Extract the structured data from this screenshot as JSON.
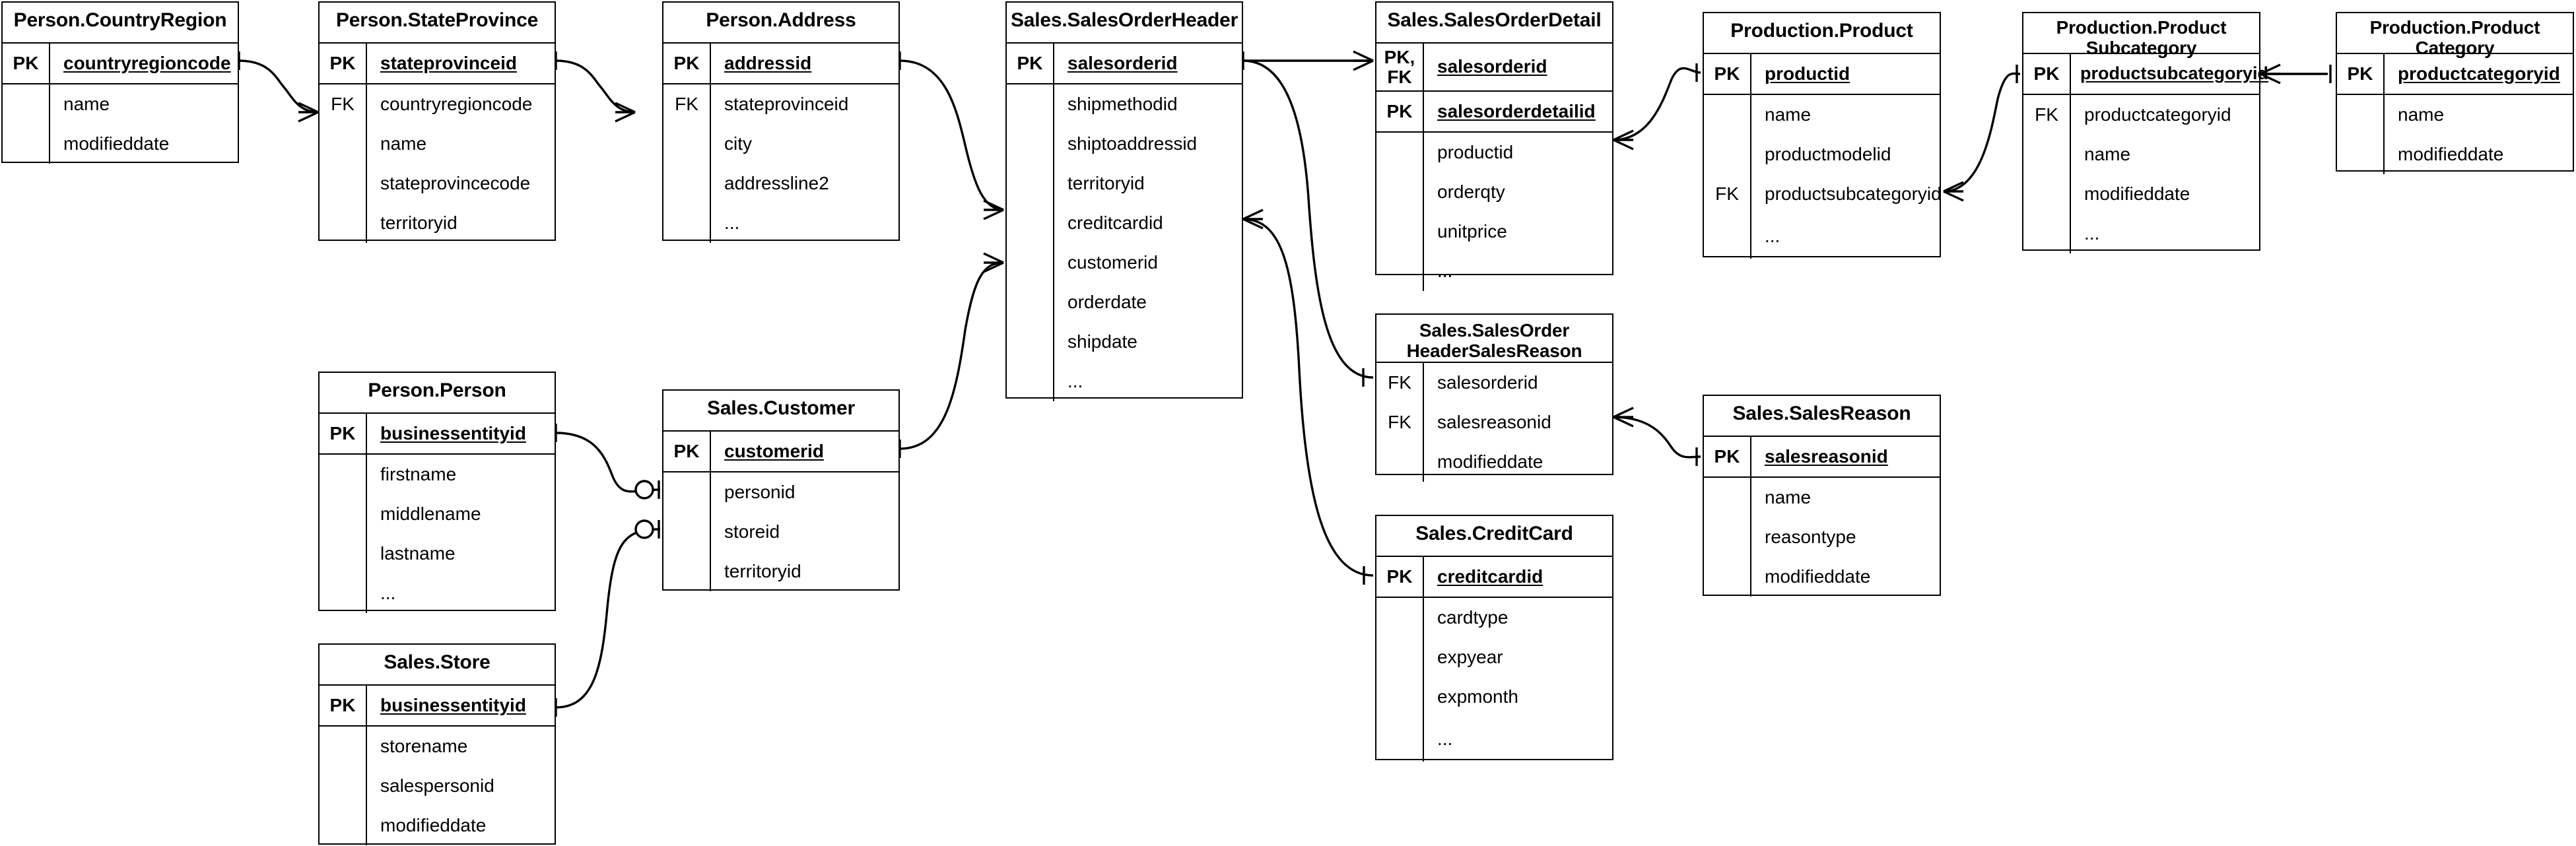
{
  "diagram": {
    "kind": "entity-relationship-diagram",
    "notation": "crow's foot",
    "background_color": "#ffffff",
    "line_color": "#000000",
    "text_color": "#000000"
  },
  "entities": [
    {
      "id": "person-countryregion",
      "title": "Person.CountryRegion",
      "sections": [
        {
          "rows": [
            {
              "key": "PK",
              "name": "countryregioncode",
              "is_key": true
            }
          ]
        },
        {
          "rows": [
            {
              "key": "",
              "name": "name",
              "is_key": false
            },
            {
              "key": "",
              "name": "modifieddate",
              "is_key": false
            }
          ]
        }
      ]
    },
    {
      "id": "person-stateprovince",
      "title": "Person.StateProvince",
      "sections": [
        {
          "rows": [
            {
              "key": "PK",
              "name": "stateprovinceid",
              "is_key": true
            }
          ]
        },
        {
          "rows": [
            {
              "key": "FK",
              "name": "countryregioncode",
              "is_key": false
            },
            {
              "key": "",
              "name": "name",
              "is_key": false
            },
            {
              "key": "",
              "name": "stateprovincecode",
              "is_key": false
            },
            {
              "key": "",
              "name": "territoryid",
              "is_key": false
            }
          ]
        }
      ]
    },
    {
      "id": "person-address",
      "title": "Person.Address",
      "sections": [
        {
          "rows": [
            {
              "key": "PK",
              "name": "addressid",
              "is_key": true
            }
          ]
        },
        {
          "rows": [
            {
              "key": "FK",
              "name": "stateprovinceid",
              "is_key": false
            },
            {
              "key": "",
              "name": "city",
              "is_key": false
            },
            {
              "key": "",
              "name": "addressline2",
              "is_key": false
            },
            {
              "key": "",
              "name": "...",
              "is_key": false
            }
          ]
        }
      ]
    },
    {
      "id": "sales-salesorderheader",
      "title": "Sales.SalesOrderHeader",
      "sections": [
        {
          "rows": [
            {
              "key": "PK",
              "name": "salesorderid",
              "is_key": true
            }
          ]
        },
        {
          "rows": [
            {
              "key": "",
              "name": "shipmethodid",
              "is_key": false
            },
            {
              "key": "",
              "name": "shiptoaddressid",
              "is_key": false
            },
            {
              "key": "",
              "name": "territoryid",
              "is_key": false
            },
            {
              "key": "",
              "name": "creditcardid",
              "is_key": false
            },
            {
              "key": "",
              "name": "customerid",
              "is_key": false
            },
            {
              "key": "",
              "name": "orderdate",
              "is_key": false
            },
            {
              "key": "",
              "name": "shipdate",
              "is_key": false
            },
            {
              "key": "",
              "name": "...",
              "is_key": false
            }
          ]
        }
      ]
    },
    {
      "id": "sales-salesorderdetail",
      "title": "Sales.SalesOrderDetail",
      "sections": [
        {
          "rows": [
            {
              "key": "PK,\nFK",
              "name": "salesorderid",
              "is_key": true
            }
          ]
        },
        {
          "rows": [
            {
              "key": "PK",
              "name": "salesorderdetailid",
              "is_key": true
            }
          ]
        },
        {
          "rows": [
            {
              "key": "",
              "name": "productid",
              "is_key": false
            },
            {
              "key": "",
              "name": "orderqty",
              "is_key": false
            },
            {
              "key": "",
              "name": "unitprice",
              "is_key": false
            },
            {
              "key": "",
              "name": "...",
              "is_key": false
            }
          ]
        }
      ]
    },
    {
      "id": "production-product",
      "title": "Production.Product",
      "sections": [
        {
          "rows": [
            {
              "key": "PK",
              "name": "productid",
              "is_key": true
            }
          ]
        },
        {
          "rows": [
            {
              "key": "",
              "name": "name",
              "is_key": false
            },
            {
              "key": "",
              "name": "productmodelid",
              "is_key": false
            },
            {
              "key": "FK",
              "name": "productsubcategoryid",
              "is_key": false
            },
            {
              "key": "",
              "name": "...",
              "is_key": false
            }
          ]
        }
      ]
    },
    {
      "id": "production-productsubcategory",
      "title": "Production.Product\nSubcategory",
      "sections": [
        {
          "rows": [
            {
              "key": "PK",
              "name": "productsubcategoryid",
              "is_key": true
            }
          ]
        },
        {
          "rows": [
            {
              "key": "FK",
              "name": "productcategoryid",
              "is_key": false
            },
            {
              "key": "",
              "name": "name",
              "is_key": false
            },
            {
              "key": "",
              "name": "modifieddate",
              "is_key": false
            },
            {
              "key": "",
              "name": "...",
              "is_key": false
            }
          ]
        }
      ]
    },
    {
      "id": "production-productcategory",
      "title": "Production.Product\nCategory",
      "sections": [
        {
          "rows": [
            {
              "key": "PK",
              "name": "productcategoryid",
              "is_key": true
            }
          ]
        },
        {
          "rows": [
            {
              "key": "",
              "name": "name",
              "is_key": false
            },
            {
              "key": "",
              "name": "modifieddate",
              "is_key": false
            }
          ]
        }
      ]
    },
    {
      "id": "sales-salesorderheadersalesreason",
      "title": "Sales.SalesOrder\nHeaderSalesReason",
      "sections": [
        {
          "rows": [
            {
              "key": "FK",
              "name": "salesorderid",
              "is_key": false
            },
            {
              "key": "FK",
              "name": "salesreasonid",
              "is_key": false
            },
            {
              "key": "",
              "name": "modifieddate",
              "is_key": false
            }
          ]
        }
      ]
    },
    {
      "id": "sales-salesreason",
      "title": "Sales.SalesReason",
      "sections": [
        {
          "rows": [
            {
              "key": "PK",
              "name": "salesreasonid",
              "is_key": true
            }
          ]
        },
        {
          "rows": [
            {
              "key": "",
              "name": "name",
              "is_key": false
            },
            {
              "key": "",
              "name": "reasontype",
              "is_key": false
            },
            {
              "key": "",
              "name": "modifieddate",
              "is_key": false
            }
          ]
        }
      ]
    },
    {
      "id": "sales-creditcard",
      "title": "Sales.CreditCard",
      "sections": [
        {
          "rows": [
            {
              "key": "PK",
              "name": "creditcardid",
              "is_key": true
            }
          ]
        },
        {
          "rows": [
            {
              "key": "",
              "name": "cardtype",
              "is_key": false
            },
            {
              "key": "",
              "name": "expyear",
              "is_key": false
            },
            {
              "key": "",
              "name": "expmonth",
              "is_key": false
            },
            {
              "key": "",
              "name": "...",
              "is_key": false
            }
          ]
        }
      ]
    },
    {
      "id": "person-person",
      "title": "Person.Person",
      "sections": [
        {
          "rows": [
            {
              "key": "PK",
              "name": "businessentityid",
              "is_key": true
            }
          ]
        },
        {
          "rows": [
            {
              "key": "",
              "name": "firstname",
              "is_key": false
            },
            {
              "key": "",
              "name": "middlename",
              "is_key": false
            },
            {
              "key": "",
              "name": "lastname",
              "is_key": false
            },
            {
              "key": "",
              "name": "...",
              "is_key": false
            }
          ]
        }
      ]
    },
    {
      "id": "sales-customer",
      "title": "Sales.Customer",
      "sections": [
        {
          "rows": [
            {
              "key": "PK",
              "name": "customerid",
              "is_key": true
            }
          ]
        },
        {
          "rows": [
            {
              "key": "",
              "name": "personid",
              "is_key": false
            },
            {
              "key": "",
              "name": "storeid",
              "is_key": false
            },
            {
              "key": "",
              "name": "territoryid",
              "is_key": false
            }
          ]
        }
      ]
    },
    {
      "id": "sales-store",
      "title": "Sales.Store",
      "sections": [
        {
          "rows": [
            {
              "key": "PK",
              "name": "businessentityid",
              "is_key": true
            }
          ]
        },
        {
          "rows": [
            {
              "key": "",
              "name": "storename",
              "is_key": false
            },
            {
              "key": "",
              "name": "salespersonid",
              "is_key": false
            },
            {
              "key": "",
              "name": "modifieddate",
              "is_key": false
            }
          ]
        }
      ]
    }
  ],
  "relationships": [
    {
      "from": "person-countryregion.countryregioncode",
      "to": "person-stateprovince.countryregioncode",
      "from_cardinality": "one",
      "to_cardinality": "many"
    },
    {
      "from": "person-stateprovince.stateprovinceid",
      "to": "person-address.stateprovinceid",
      "from_cardinality": "one",
      "to_cardinality": "many"
    },
    {
      "from": "person-address.addressid",
      "to": "sales-salesorderheader.shiptoaddressid",
      "from_cardinality": "one",
      "to_cardinality": "many"
    },
    {
      "from": "sales-customer.customerid",
      "to": "sales-salesorderheader.customerid",
      "from_cardinality": "one",
      "to_cardinality": "many"
    },
    {
      "from": "person-person.businessentityid",
      "to": "sales-customer.personid",
      "from_cardinality": "one",
      "to_cardinality": "zero-or-one"
    },
    {
      "from": "sales-store.businessentityid",
      "to": "sales-customer.storeid",
      "from_cardinality": "one",
      "to_cardinality": "zero-or-one"
    },
    {
      "from": "sales-salesorderheader.salesorderid",
      "to": "sales-salesorderdetail.salesorderid",
      "from_cardinality": "one",
      "to_cardinality": "many"
    },
    {
      "from": "sales-salesorderheader.salesorderid",
      "to": "sales-salesorderheadersalesreason.salesorderid",
      "from_cardinality": "many",
      "to_cardinality": "one"
    },
    {
      "from": "sales-salesorderheader.creditcardid",
      "to": "sales-creditcard.creditcardid",
      "from_cardinality": "many",
      "to_cardinality": "one"
    },
    {
      "from": "sales-salesorderdetail.productid",
      "to": "production-product.productid",
      "from_cardinality": "many",
      "to_cardinality": "one"
    },
    {
      "from": "production-product.productsubcategoryid",
      "to": "production-productsubcategory.productsubcategoryid",
      "from_cardinality": "many",
      "to_cardinality": "one"
    },
    {
      "from": "production-productsubcategory.productcategoryid",
      "to": "production-productcategory.productcategoryid",
      "from_cardinality": "many",
      "to_cardinality": "one"
    },
    {
      "from": "sales-salesorderheadersalesreason.salesreasonid",
      "to": "sales-salesreason.salesreasonid",
      "from_cardinality": "many",
      "to_cardinality": "one"
    }
  ]
}
